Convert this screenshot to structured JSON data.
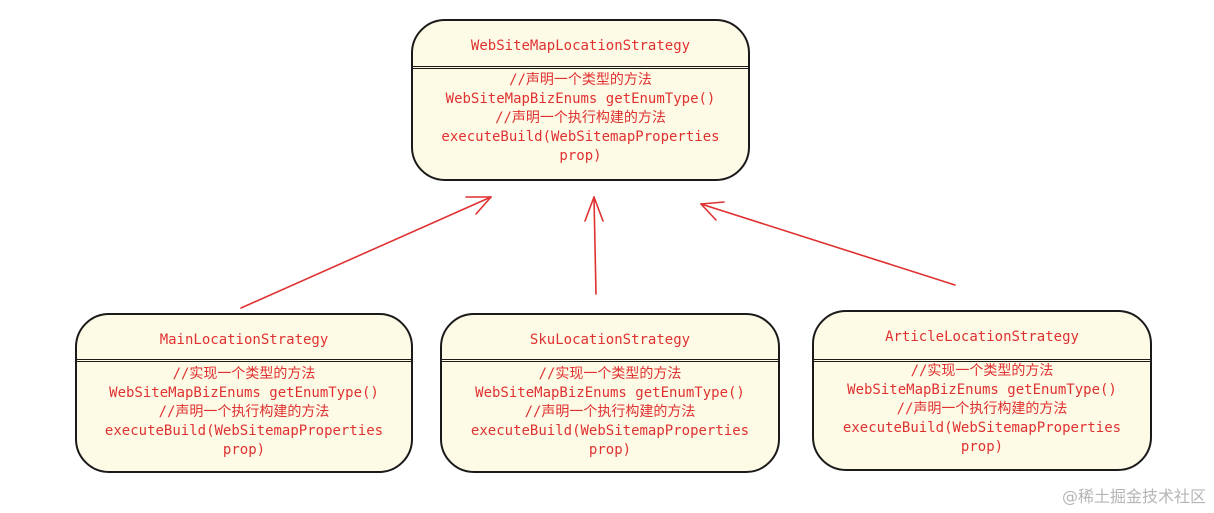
{
  "colors": {
    "text": "#e03131",
    "box_fill": "#fdfae6",
    "border": "#1a1a1a",
    "arrow": "#e03131"
  },
  "parent": {
    "title": "WebSiteMapLocationStrategy",
    "lines": [
      "//声明一个类型的方法",
      "WebSiteMapBizEnums getEnumType()",
      "//声明一个执行构建的方法",
      "executeBuild(WebSitemapProperties",
      "prop)"
    ]
  },
  "children": [
    {
      "title": "MainLocationStrategy",
      "lines": [
        "//实现一个类型的方法",
        "WebSiteMapBizEnums getEnumType()",
        "//声明一个执行构建的方法",
        "executeBuild(WebSitemapProperties",
        "prop)"
      ]
    },
    {
      "title": "SkuLocationStrategy",
      "lines": [
        "//实现一个类型的方法",
        "WebSiteMapBizEnums getEnumType()",
        "//声明一个执行构建的方法",
        "executeBuild(WebSitemapProperties",
        "prop)"
      ]
    },
    {
      "title": "ArticleLocationStrategy",
      "lines": [
        "//实现一个类型的方法",
        "WebSiteMapBizEnums getEnumType()",
        "//声明一个执行构建的方法",
        "executeBuild(WebSitemapProperties",
        "prop)"
      ]
    }
  ],
  "watermark": "@稀土掘金技术社区"
}
